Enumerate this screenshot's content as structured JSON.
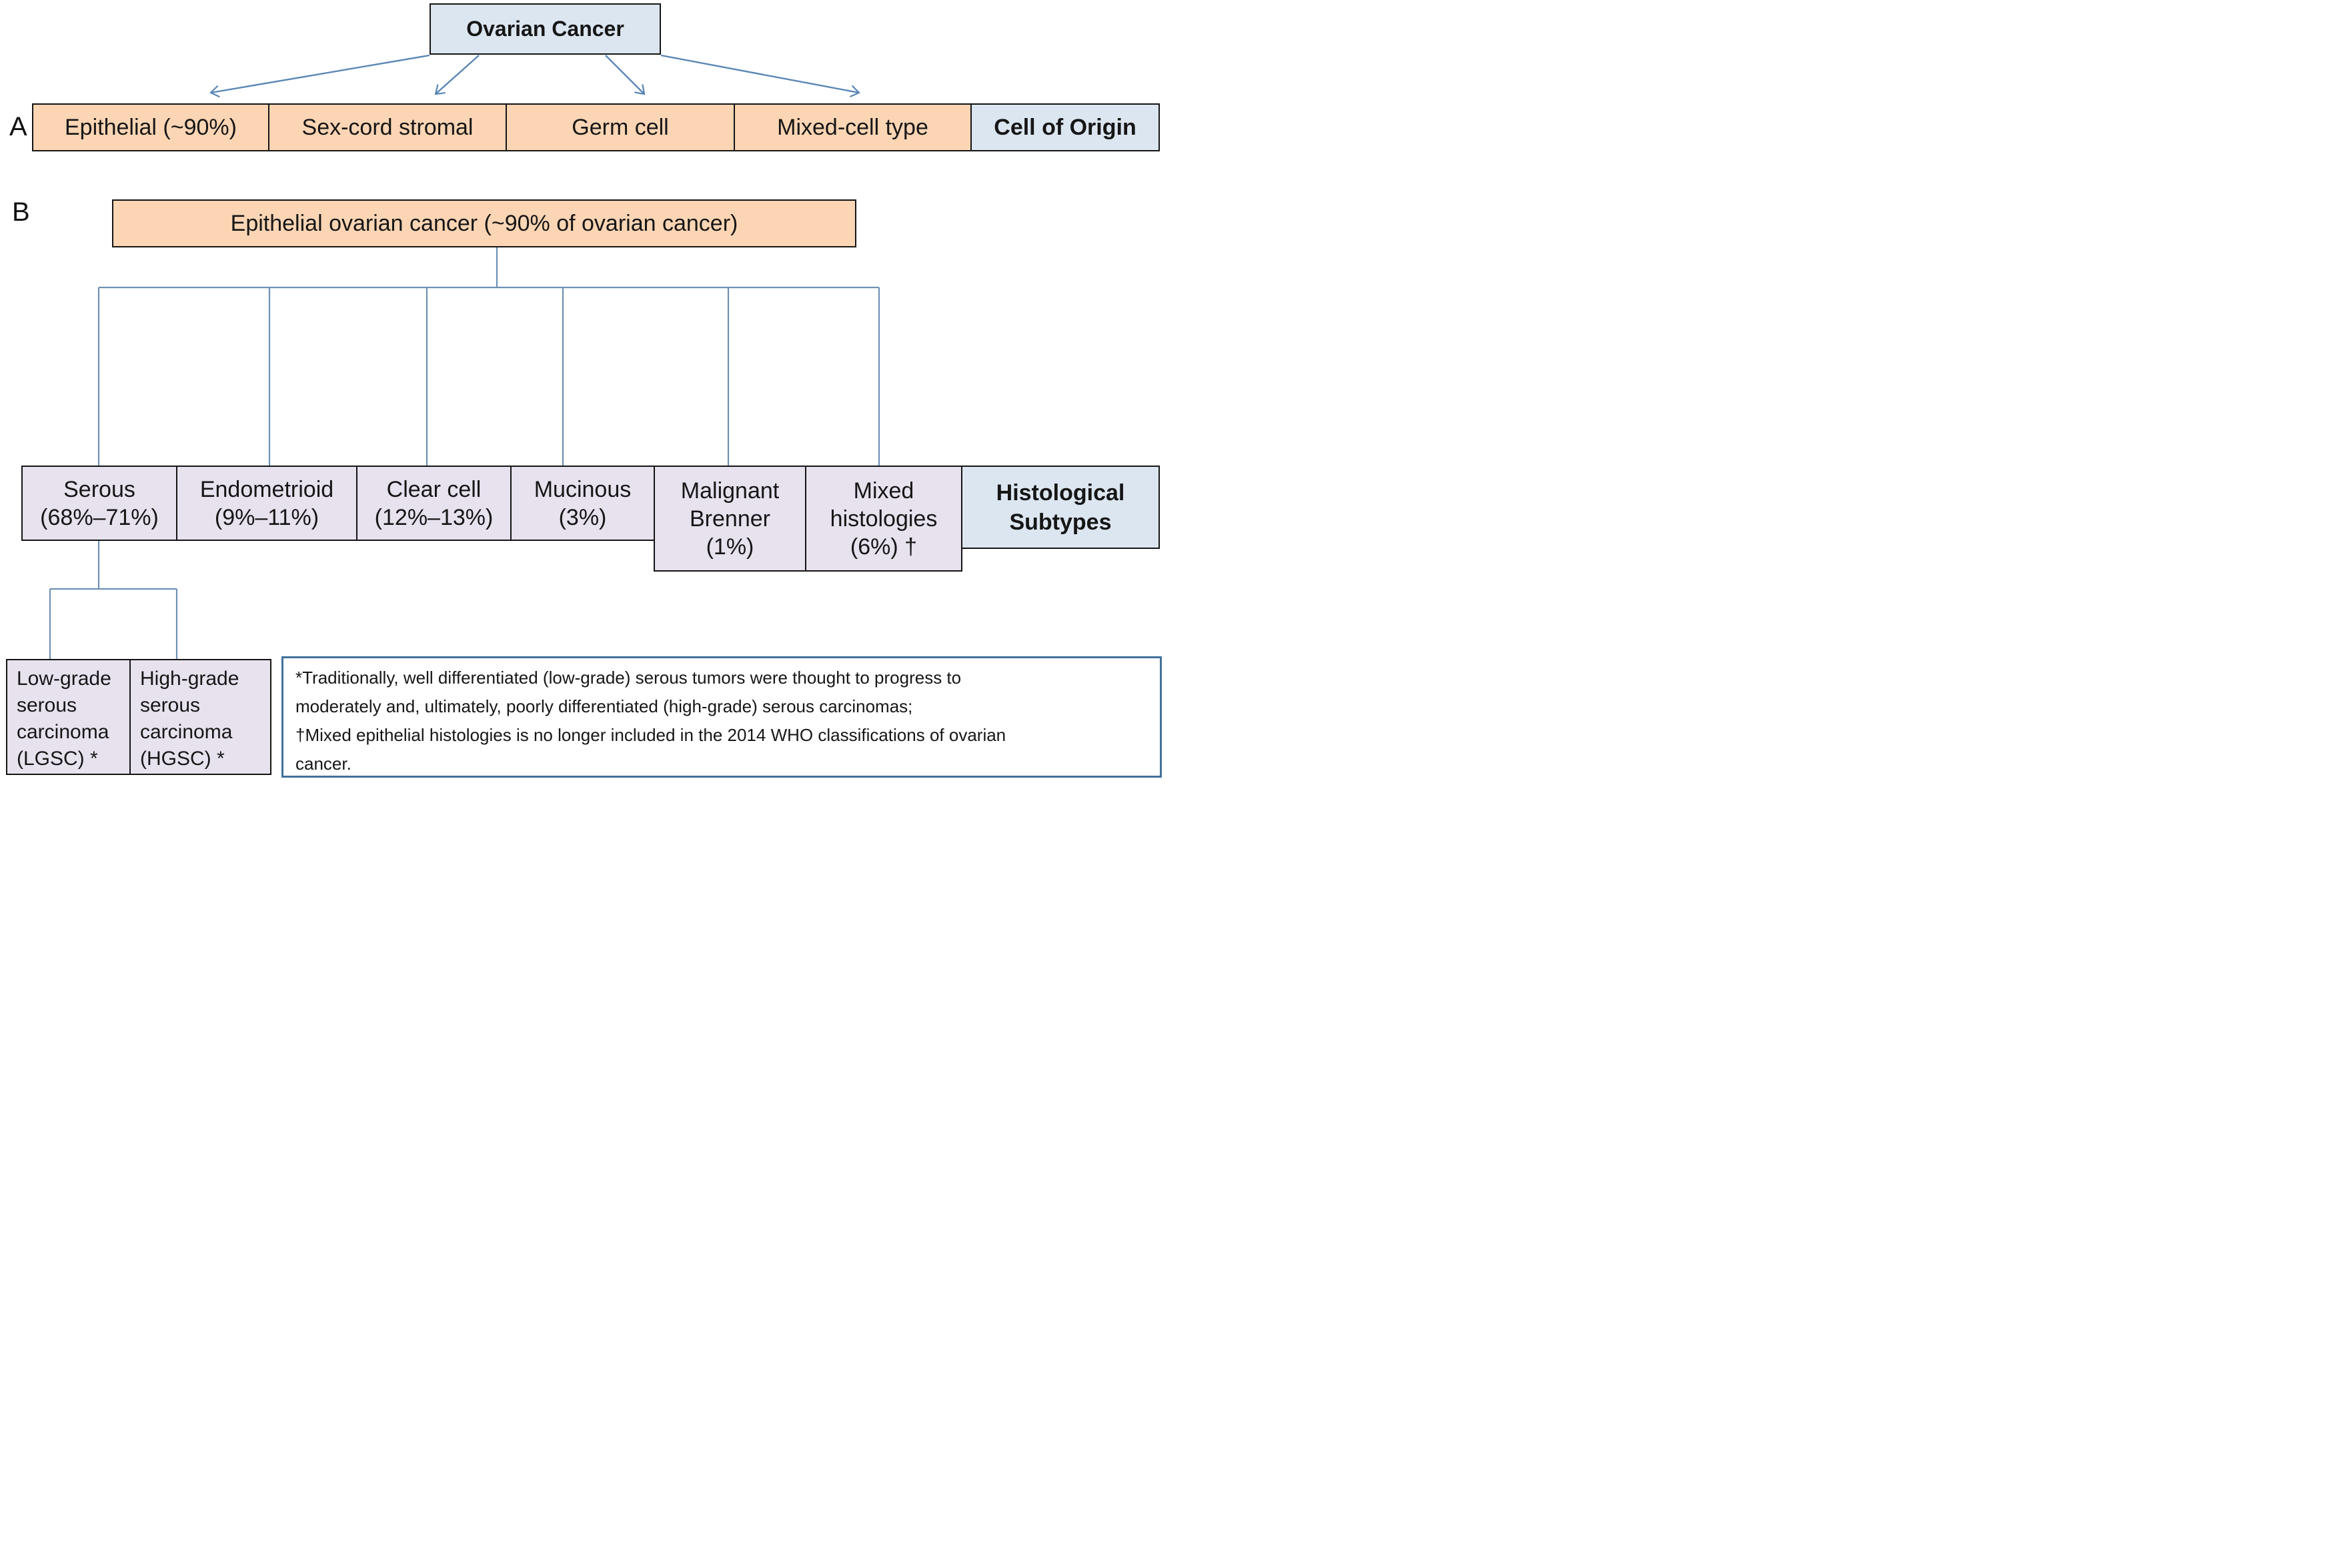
{
  "title": "Ovarian cancer classification diagram",
  "colors": {
    "cell_of_origin_fill": "#fcd5b4",
    "category_fill": "#dce6f1",
    "subtype_fill": "#e7e2ee",
    "box_border": "#141414",
    "connector_line": "#6d91b3",
    "arrow_line": "#5b87b5",
    "footnote_border": "#41719c"
  },
  "panel_a": {
    "label": "A",
    "root": "Ovarian Cancer",
    "cells": [
      {
        "label": "Epithelial (~90%)"
      },
      {
        "label": "Sex-cord stromal"
      },
      {
        "label": "Germ cell"
      },
      {
        "label": "Mixed-cell type"
      }
    ],
    "category_label": "Cell of Origin"
  },
  "panel_b": {
    "label": "B",
    "root": "Epithelial ovarian cancer (~90% of ovarian cancer)",
    "subtypes": [
      {
        "label": "Serous\n(68%–71%)"
      },
      {
        "label": "Endometrioid\n(9%–11%)"
      },
      {
        "label": "Clear cell\n(12%–13%)"
      },
      {
        "label": "Mucinous\n(3%)"
      },
      {
        "label": "Malignant\nBrenner\n(1%)"
      },
      {
        "label": "Mixed\nhistologies\n(6%) †"
      }
    ],
    "category_label": "Histological\nSubtypes",
    "serous_children": [
      {
        "label": "Low-grade\nserous\ncarcinoma\n(LGSC) *"
      },
      {
        "label": "High-grade\nserous\ncarcinoma\n(HGSC) *"
      }
    ]
  },
  "footnote": "*Traditionally, well differentiated (low-grade) serous tumors were thought to progress to\nmoderately and, ultimately, poorly differentiated (high-grade) serous carcinomas;\n†Mixed epithelial histologies is no longer included in the 2014 WHO classifications of ovarian\ncancer."
}
